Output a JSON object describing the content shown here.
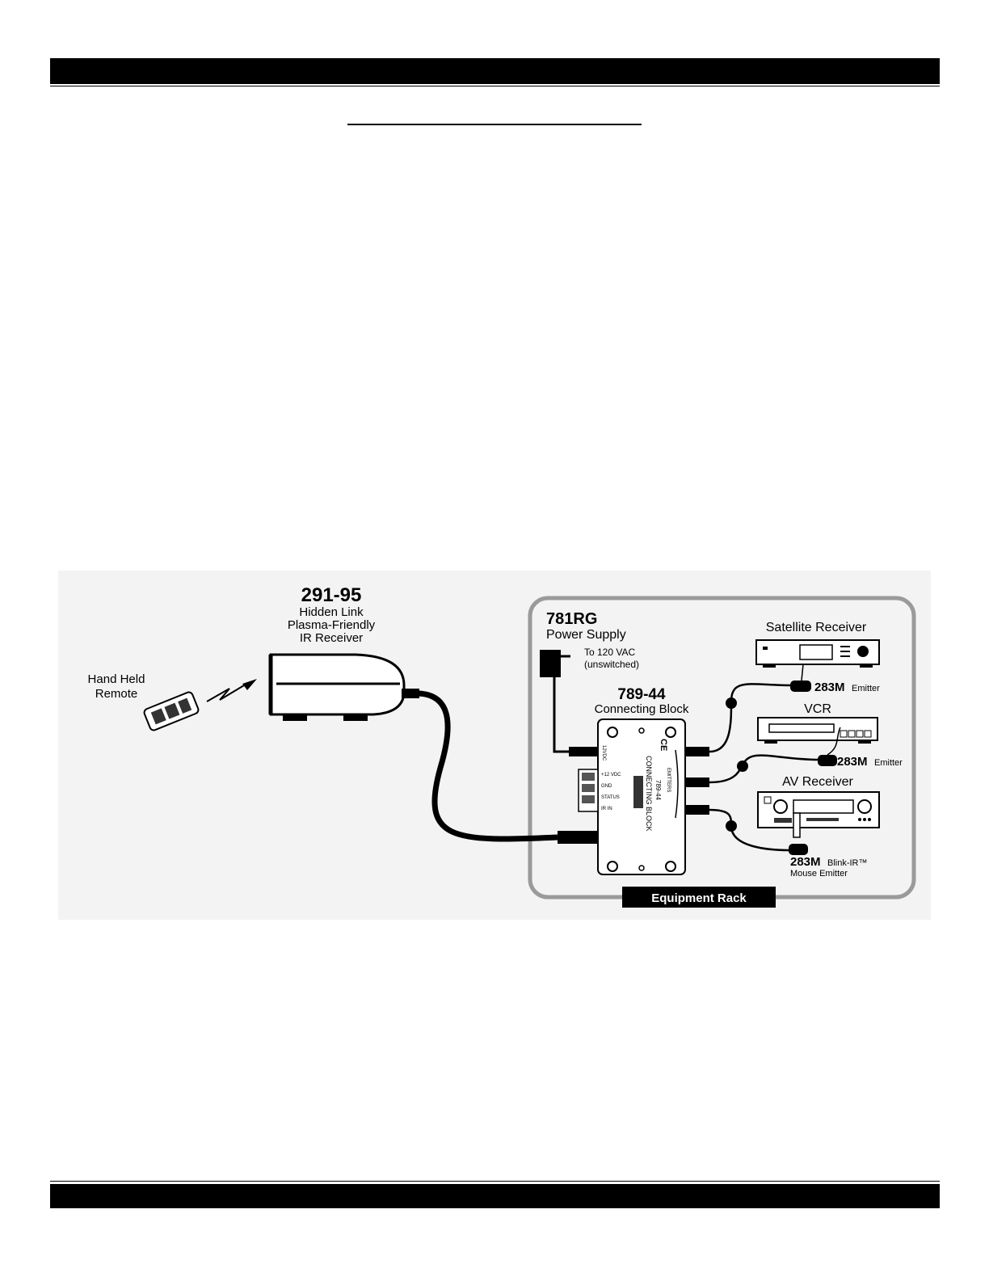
{
  "receiver": {
    "model": "291-95",
    "line1": "Hidden Link",
    "line2": "Plasma-Friendly",
    "line3": "IR Receiver"
  },
  "remote": {
    "line1": "Hand Held",
    "line2": "Remote"
  },
  "power_supply": {
    "model": "781RG",
    "name": "Power Supply",
    "note1": "To 120 VAC",
    "note2": "(unswitched)"
  },
  "connecting_block": {
    "model": "789-44",
    "name": "Connecting Block",
    "label_vdc": "+12 VDC",
    "label_gnd": "GND",
    "label_status": "STATUS",
    "label_irin": "IR IN",
    "label_12vdc": "12VDC",
    "label_emitters": "EMITTERS",
    "label_blockmodel": "789-44",
    "label_blockname": "CONNECTING BLOCK",
    "label_ce": "CE"
  },
  "equipment": {
    "satellite": "Satellite Receiver",
    "vcr": "VCR",
    "av": "AV Receiver"
  },
  "emitters": {
    "e1_model": "283M",
    "e1_type": "Emitter",
    "e2_model": "283M",
    "e2_type": "Emitter",
    "e3_model": "283M",
    "e3_type": "Blink-IR™",
    "e3_type2": "Mouse Emitter"
  },
  "rack": {
    "label": "Equipment Rack"
  }
}
